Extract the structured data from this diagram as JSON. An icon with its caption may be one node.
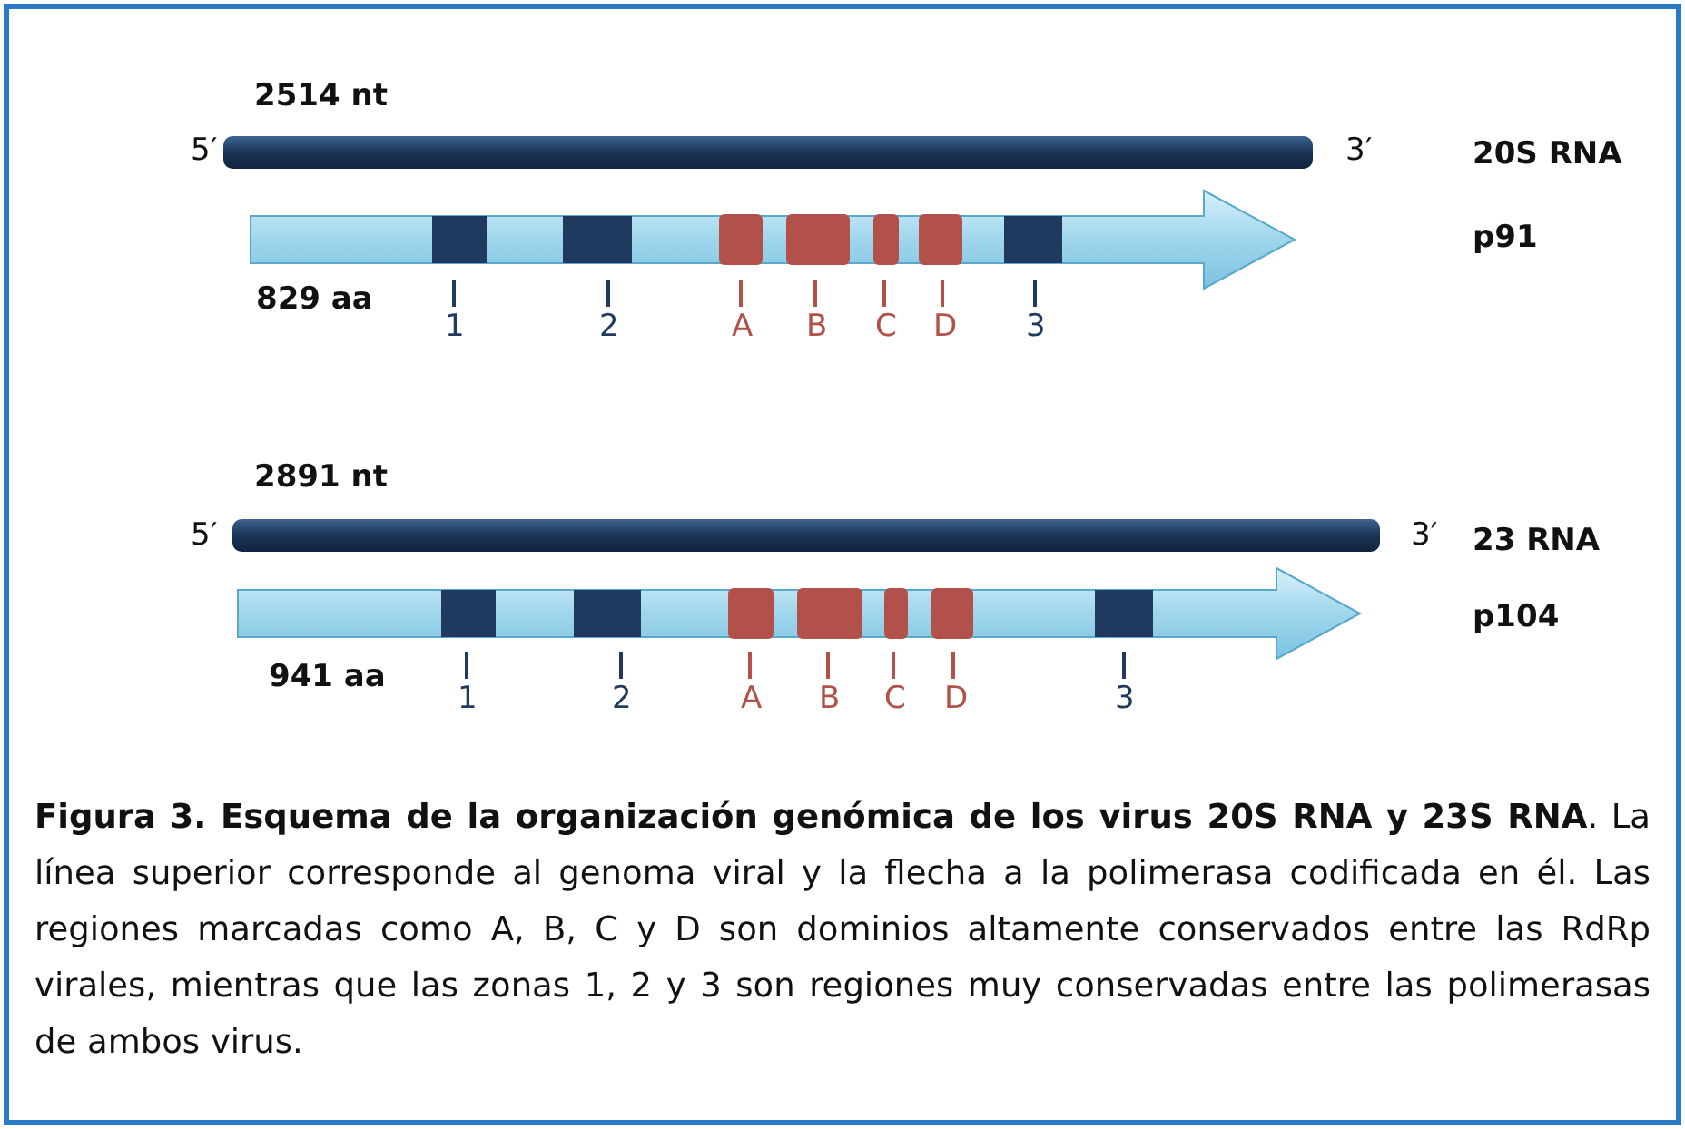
{
  "diagram": {
    "caption": "**Figura 3. Esquema de la organización genómica de los virus 20S RNA y 23S RNA**. La línea superior corresponde al genoma viral y la flecha a la polimerasa codificada en él. Las regiones marcadas como A, B, C y D son dominios altamente conservados entre las RdRp virales, mientras que las zonas 1, 2 y 3 son regiones muy conservadas entre las polimerasas de ambos virus.",
    "labels": [
      "2514 nt",
      "5′",
      "3′",
      "20S RNA",
      "p91",
      "829 aa",
      "1",
      "2",
      "A",
      "B",
      "C",
      "D",
      "3",
      "2891 nt",
      "5′",
      "3′",
      "23 RNA",
      "p104",
      "941 aa",
      "1",
      "2",
      "A",
      "B",
      "C",
      "D",
      "3"
    ]
  }
}
